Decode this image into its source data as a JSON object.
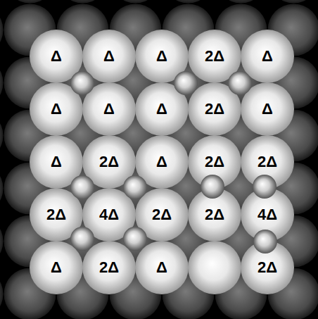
{
  "diagram": {
    "nodes": [
      {
        "text": [
          "Δ"
        ]
      },
      {
        "text": [
          "Δ"
        ]
      },
      {
        "text": [
          "Δ"
        ]
      },
      {
        "text": [
          "2Δ"
        ]
      },
      {
        "text": [
          "Δ"
        ]
      },
      {
        "text": [
          "Δ"
        ]
      },
      {
        "text": [
          "Δ"
        ]
      },
      {
        "text": [
          "Δ"
        ]
      },
      {
        "text": [
          "2Δ"
        ]
      },
      {
        "text": [
          "Δ"
        ]
      },
      {
        "text": [
          "Δ"
        ]
      },
      {
        "text": [
          "2Δ"
        ]
      },
      {
        "text": [
          "Δ"
        ]
      },
      {
        "text": [
          "2Δ"
        ]
      },
      {
        "text": [
          "2Δ"
        ]
      },
      {
        "text": [
          "2Δ"
        ]
      },
      {
        "text": [
          "4Δ"
        ]
      },
      {
        "text": [
          "2Δ"
        ]
      },
      {
        "text": [
          "2Δ"
        ]
      },
      {
        "text": [
          "4Δ"
        ]
      },
      {
        "text": [
          "Δ"
        ]
      },
      {
        "text": [
          "2Δ"
        ]
      },
      {
        "text": [
          "Δ"
        ]
      },
      {
        "text": [
          "2Δ"
        ]
      }
    ]
  }
}
